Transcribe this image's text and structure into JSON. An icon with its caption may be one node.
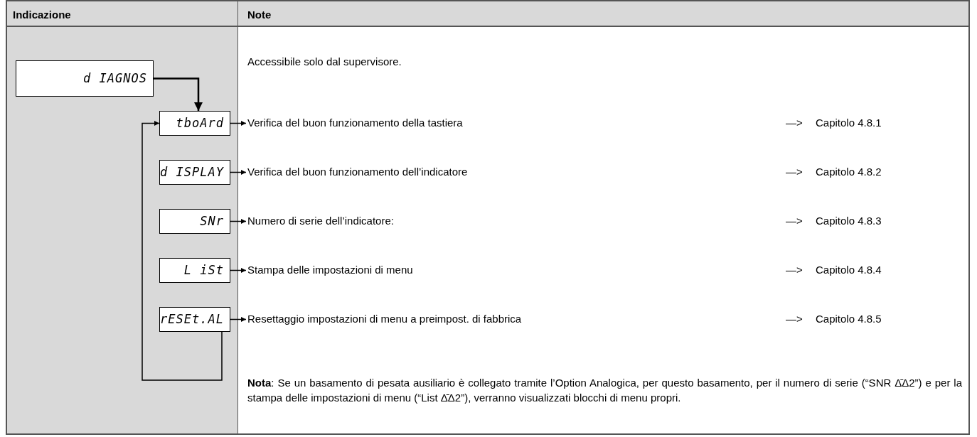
{
  "diagram": {
    "nodes": [
      {
        "text": [
          "d IAGNOS"
        ]
      },
      {
        "text": [
          "tboArd"
        ]
      },
      {
        "text": [
          "d ISPLAY"
        ]
      },
      {
        "text": [
          "SNr"
        ]
      },
      {
        "text": [
          "L iSt"
        ]
      },
      {
        "text": [
          "rESEt.AL"
        ]
      },
      {
        "text": [
          "Verifica del buon funzionamento della tastiera"
        ]
      },
      {
        "text": [
          "Verifica del buon funzionamento dell’indicatore"
        ]
      },
      {
        "text": [
          "Numero di serie dell’indicatore:"
        ]
      },
      {
        "text": [
          "Stampa delle impostazioni di menu"
        ]
      },
      {
        "text": [
          "Resettaggio impostazioni di menu a preimpost. di fabbrica"
        ]
      }
    ],
    "edges": [
      {
        "from": 0,
        "to": 1,
        "arrow": "to"
      },
      {
        "from": 5,
        "to": 1,
        "arrow": "to"
      },
      {
        "from": 1,
        "to": 6,
        "arrow": "to"
      },
      {
        "from": 2,
        "to": 7,
        "arrow": "to"
      },
      {
        "from": 3,
        "to": 8,
        "arrow": "to"
      },
      {
        "from": 4,
        "to": 9,
        "arrow": "to"
      },
      {
        "from": 5,
        "to": 10,
        "arrow": "to"
      }
    ],
    "labels": [
      "Indicazione",
      "Note",
      "Accessibile solo dal supervisore.",
      "—>",
      "Capitolo 4.8.1",
      "—>",
      "Capitolo 4.8.2",
      "—>",
      "Capitolo 4.8.3",
      "—>",
      "Capitolo 4.8.4",
      "—>",
      "Capitolo 4.8.5",
      "**Nota**: Se un basamento di pesata ausiliario è collegato tramite l’Option Analogica, per questo basamento, per il numero di serie (“SNR Δ̄Δ2”) e per la stampa delle impostazioni di menu (“List Δ̄Δ2”), verranno visualizzati blocchi di menu propri."
    ]
  }
}
